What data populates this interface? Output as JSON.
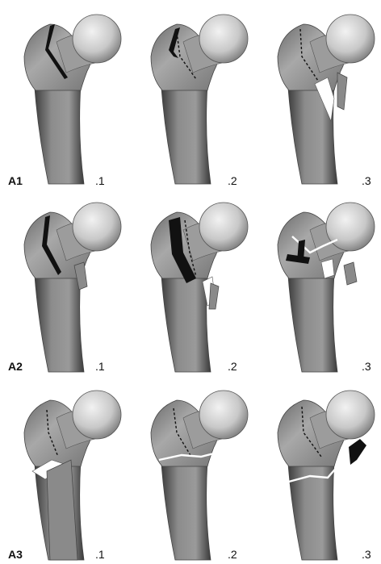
{
  "figure": {
    "rows": [
      {
        "group": "A1",
        "subtypes": [
          ".1",
          ".2",
          ".3"
        ]
      },
      {
        "group": "A2",
        "subtypes": [
          ".1",
          ".2",
          ".3"
        ]
      },
      {
        "group": "A3",
        "subtypes": [
          ".1",
          ".2",
          ".3"
        ]
      }
    ]
  },
  "colors": {
    "bone": "#8c8c8c",
    "bone_light": "#c8c8c8",
    "bone_dark": "#3a3a3a",
    "fracture": "#111111",
    "background": "#ffffff"
  }
}
